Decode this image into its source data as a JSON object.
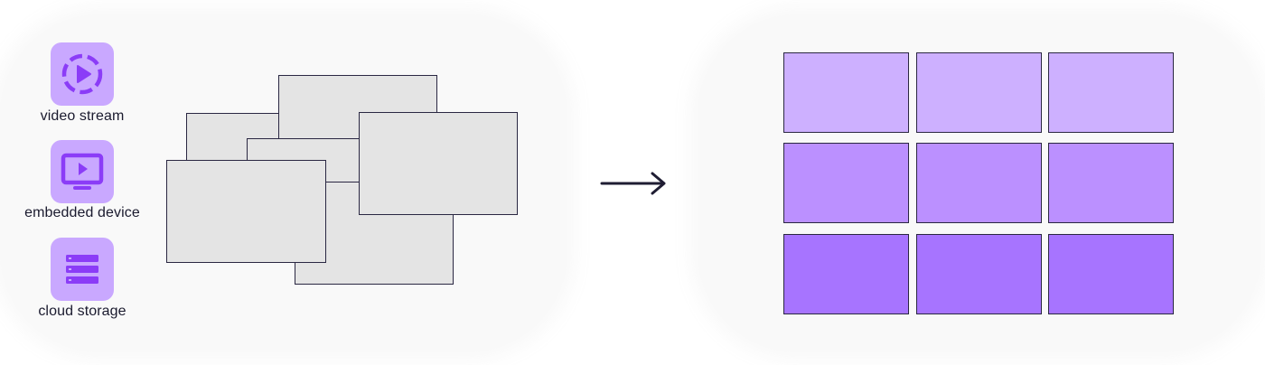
{
  "sources": [
    {
      "label": "video stream",
      "icon": "play-circle-icon"
    },
    {
      "label": "embedded device",
      "icon": "monitor-play-icon"
    },
    {
      "label": "cloud storage",
      "icon": "server-stack-icon"
    }
  ],
  "colors": {
    "panel_bg": "#f9f9f9",
    "icon_bg": "#c9a8ff",
    "icon_fg": "#8b3cf7",
    "frame_fill": "#e4e4e4",
    "frame_stroke": "#2a2742",
    "arrow": "#1f1d33",
    "grid_row_1": "#cdb0ff",
    "grid_row_2": "#bb90ff",
    "grid_row_3": "#a774ff"
  },
  "grid": {
    "rows": 3,
    "cols": 3
  }
}
